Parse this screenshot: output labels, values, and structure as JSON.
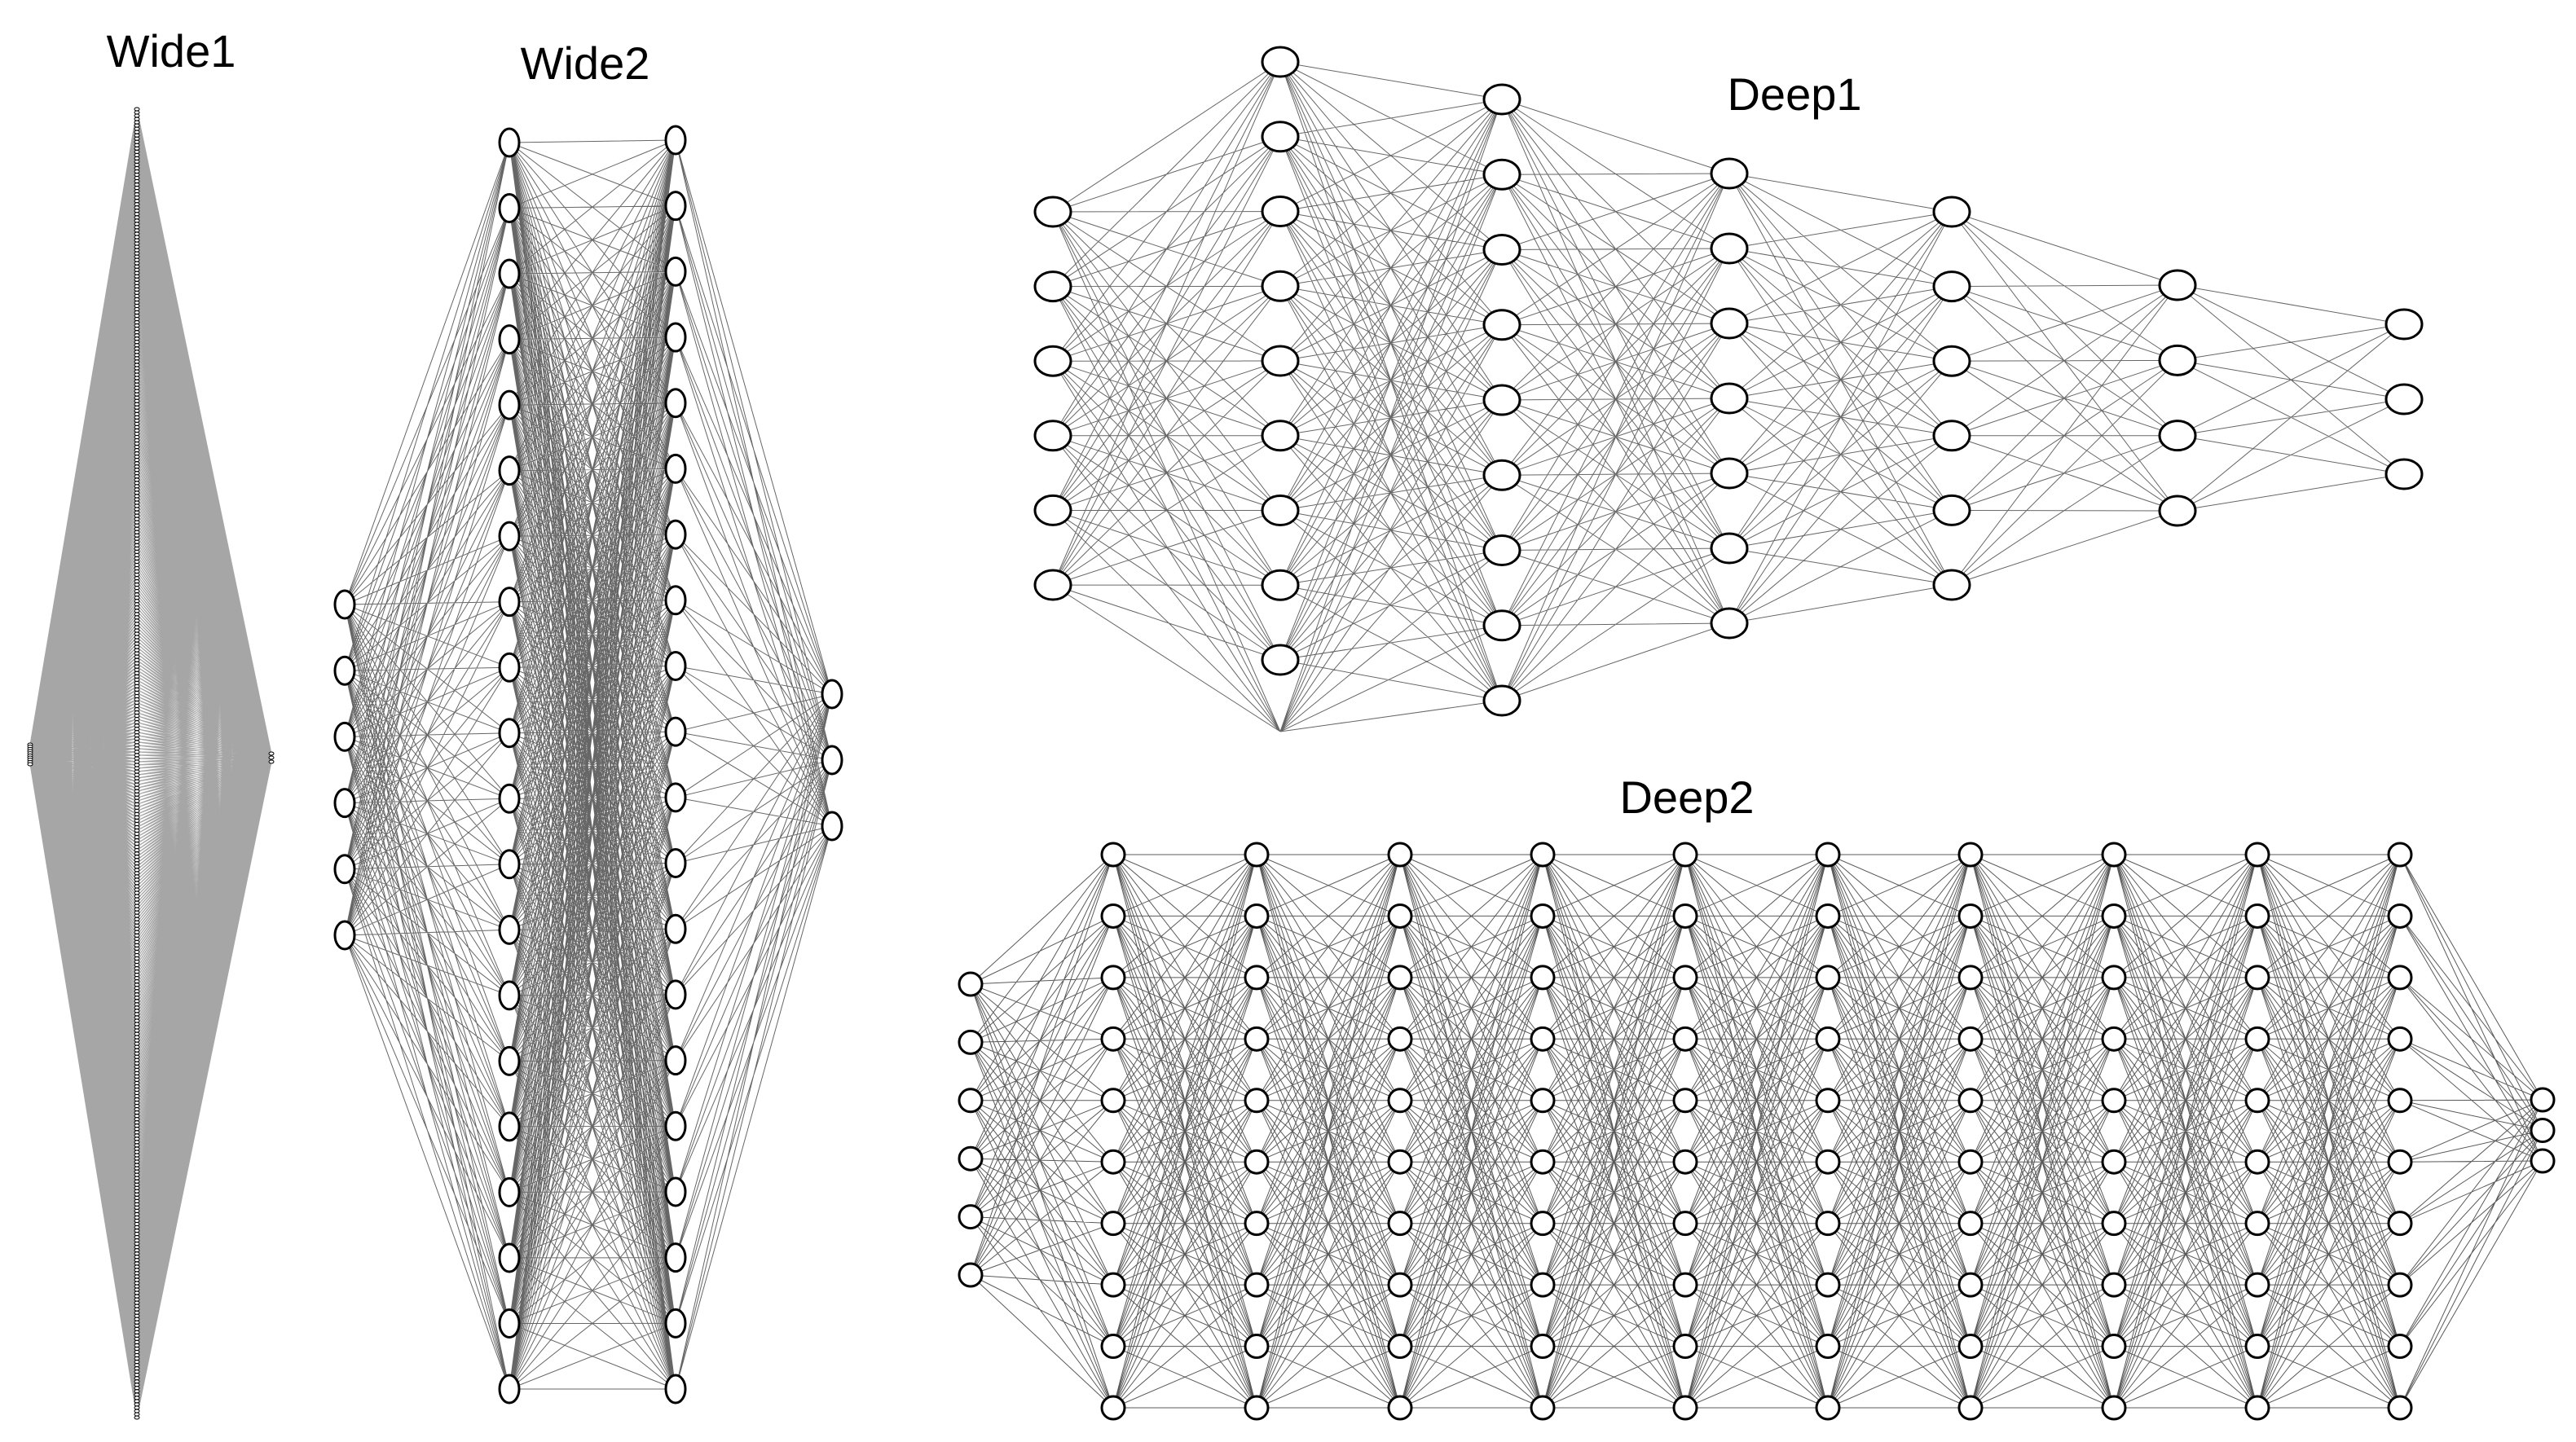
{
  "figure": {
    "background": "#ffffff",
    "line_color": "#000000",
    "node_fill": "#ffffff"
  },
  "networks": [
    {
      "id": "wide1",
      "title": "Wide1",
      "layer_sizes": [
        10,
        400,
        3
      ],
      "ellipsis": true
    },
    {
      "id": "wide2",
      "title": "Wide2",
      "layer_sizes": [
        6,
        20,
        20,
        3
      ],
      "ellipsis": false
    },
    {
      "id": "deep1",
      "title": "Deep1",
      "layer_sizes": [
        6,
        9,
        9,
        7,
        6,
        4,
        3
      ],
      "ellipsis": false
    },
    {
      "id": "deep2",
      "title": "Deep2",
      "layer_sizes": [
        6,
        10,
        10,
        10,
        10,
        10,
        10,
        10,
        10,
        10,
        10,
        3
      ],
      "ellipsis": false
    }
  ]
}
